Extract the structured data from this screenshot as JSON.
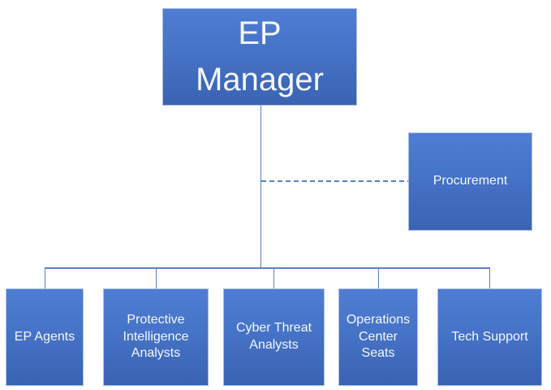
{
  "diagram": {
    "type": "org-chart",
    "nodes": {
      "root": {
        "label": "EP Manager"
      },
      "aside": {
        "label": "Procurement"
      },
      "children": [
        {
          "label": "EP Agents"
        },
        {
          "label": "Protective Intelligence Analysts"
        },
        {
          "label": "Cyber Threat Analysts"
        },
        {
          "label": "Operations Center Seats"
        },
        {
          "label": "Tech Support"
        }
      ]
    },
    "connections": {
      "root_to_children": "solid",
      "root_to_aside": "dashed"
    },
    "colors": {
      "box_fill_top": "#4f7dd3",
      "box_fill_bottom": "#3a63b2",
      "box_border": "#aabfe4",
      "connector_line": "#5b80c5",
      "text": "#f4f7fd",
      "background": "#ffffff"
    }
  }
}
